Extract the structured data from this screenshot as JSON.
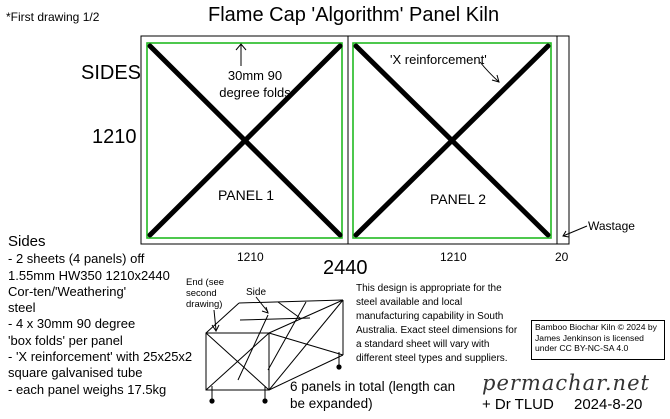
{
  "title": "Flame Cap 'Algorithm' Panel Kiln",
  "note": "*First drawing 1/2",
  "sides_label": "SIDES",
  "height_label": "1210",
  "fold_note": "30mm 90 degree folds",
  "x_note": "'X reinforcement'",
  "panel1_label": "PANEL 1",
  "panel2_label": "PANEL 2",
  "wastage_label": "Wastage",
  "dims": {
    "panel1_width": "1210",
    "panel2_width": "1210",
    "wastage_width": "20",
    "total_width": "2440"
  },
  "specs": {
    "heading": "Sides",
    "lines": [
      "- 2 sheets (4 panels) off",
      "1.55mm HW350 1210x2440",
      "Cor-ten/'Weathering'",
      "steel",
      "- 4 x 30mm 90 degree",
      "'box folds' per panel",
      "- 'X reinforcement' with 25x25x2",
      "square galvanised tube",
      "- each panel weighs 17.5kg"
    ]
  },
  "end_label": "End (see second drawing)",
  "side_label": "Side",
  "panels_total": "6 panels in total (length can be expanded)",
  "design_note": "This design is appropriate for the steel available and local manufacturing capability in South Australia. Exact steel dimensions for a standard sheet will vary with different steel types and suppliers.",
  "license": "Bamboo Biochar Kiln © 2024 by James Jenkinson is licensed under CC BY-NC-SA 4.0",
  "site": "permachar.net",
  "credit": "+ Dr TLUD",
  "date": "2024-8-20",
  "colors": {
    "fold_line": "#22bb22",
    "ink": "#000000"
  }
}
